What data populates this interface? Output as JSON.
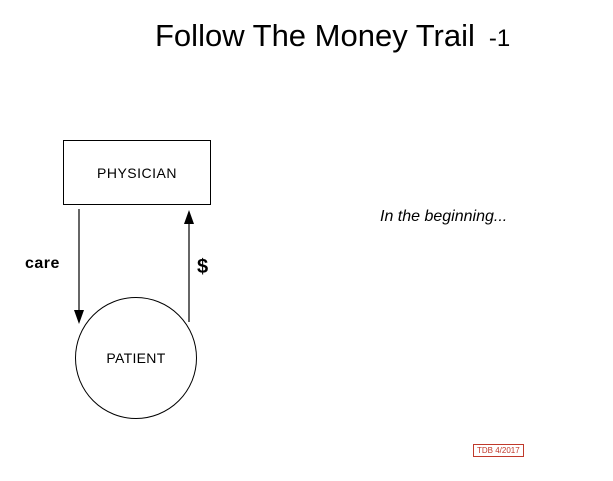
{
  "slide": {
    "title": "Follow The Money Trail",
    "title_suffix": "-1",
    "caption": "In the beginning...",
    "stamp": "TDB 4/2017"
  },
  "diagram": {
    "nodes": {
      "physician": "PHYSICIAN",
      "patient": "PATIENT"
    },
    "edges": {
      "care": "care",
      "payment": "$"
    }
  },
  "colors": {
    "stamp": "#c0392b",
    "line": "#000000"
  }
}
